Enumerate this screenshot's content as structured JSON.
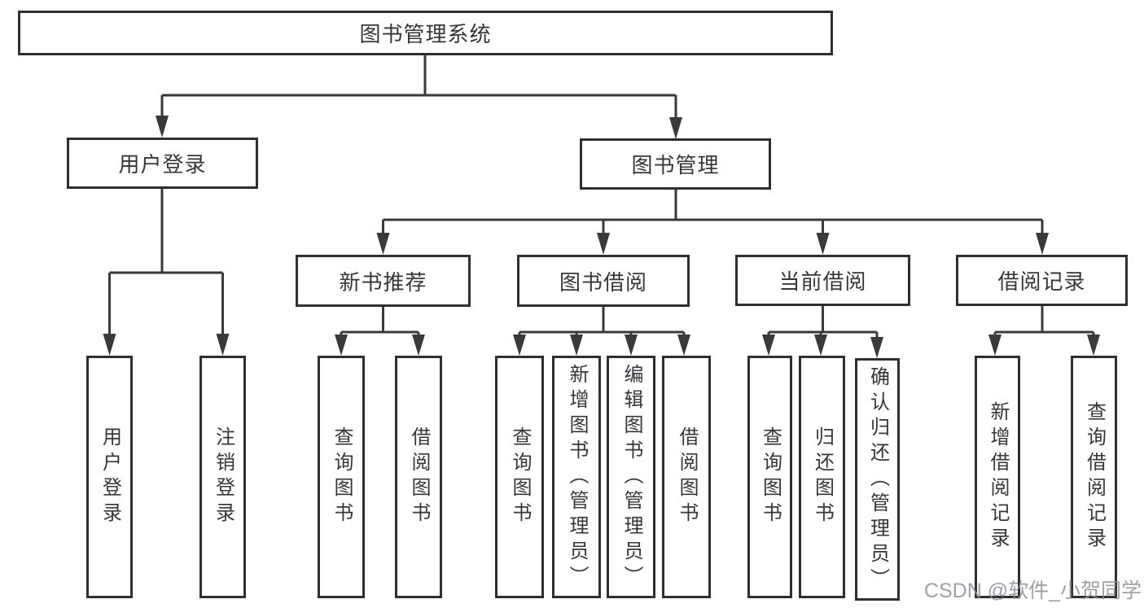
{
  "diagram": {
    "root": {
      "label": "图书管理系统"
    },
    "level2": [
      {
        "id": "user-login",
        "label": "用户登录"
      },
      {
        "id": "book-management",
        "label": "图书管理"
      }
    ],
    "level3": [
      {
        "id": "new-book-recommend",
        "label": "新书推荐"
      },
      {
        "id": "book-borrowing",
        "label": "图书借阅"
      },
      {
        "id": "current-borrowing",
        "label": "当前借阅"
      },
      {
        "id": "borrowing-records",
        "label": "借阅记录"
      }
    ],
    "leaves": [
      {
        "id": "user-login-leaf",
        "label": "用户登录"
      },
      {
        "id": "logout-leaf",
        "label": "注销登录"
      },
      {
        "id": "query-books-under-recommend",
        "label": "查询图书"
      },
      {
        "id": "borrow-books-under-recommend",
        "label": "借阅图书"
      },
      {
        "id": "query-books-under-borrowing",
        "label": "查询图书"
      },
      {
        "id": "add-books-admin",
        "label": "新增图书（管理员）"
      },
      {
        "id": "edit-books-admin",
        "label": "编辑图书（管理员）"
      },
      {
        "id": "borrow-books-under-borrowing",
        "label": "借阅图书"
      },
      {
        "id": "query-books-under-current",
        "label": "查询图书"
      },
      {
        "id": "return-books",
        "label": "归还图书"
      },
      {
        "id": "confirm-return-admin",
        "label": "确认归还（管理员）"
      },
      {
        "id": "add-borrow-record",
        "label": "新增借阅记录"
      },
      {
        "id": "query-borrow-record",
        "label": "查询借阅记录"
      }
    ],
    "watermark": "CSDN @软件_小贺同学",
    "colors": {
      "line": "#3a3a3a",
      "border": "#2f2f2f",
      "text": "#36363b",
      "background": "#ffffff",
      "watermark_gray": "#8c9096"
    }
  }
}
